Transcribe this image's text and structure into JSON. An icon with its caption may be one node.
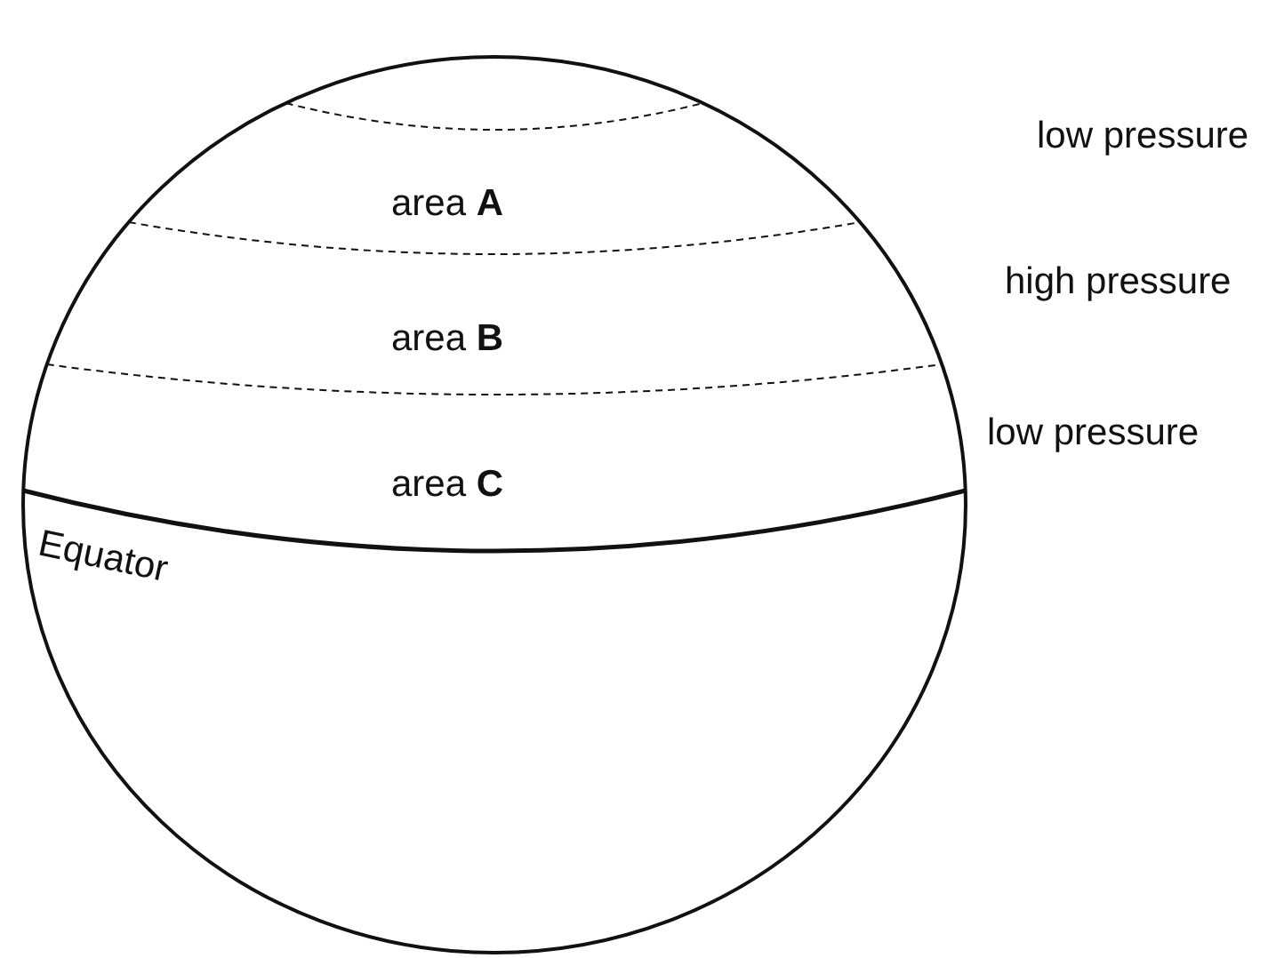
{
  "diagram": {
    "labels": [
      "low pressure",
      "area **A**",
      "high pressure",
      "area **B**",
      "low pressure",
      "area **C**",
      "Equator"
    ]
  }
}
